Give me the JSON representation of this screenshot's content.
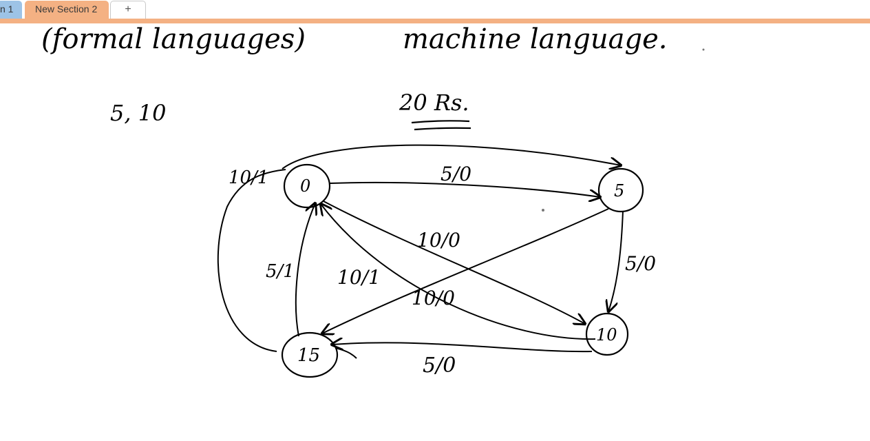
{
  "tabs": [
    {
      "label": "n 1"
    },
    {
      "label": "New Section 2"
    },
    {
      "label": "+"
    }
  ],
  "colors": {
    "tab_section1": "#9dc3e6",
    "tab_section2": "#f4b183",
    "accent_line": "#f4b183",
    "ink": "#000000"
  },
  "notes": {
    "heading_left": "(formal languages)",
    "heading_right": "machine language.",
    "coins": "5, 10",
    "price": "20 Rs.",
    "states": {
      "s0": "0",
      "s5": "5",
      "s10": "10",
      "s15": "15"
    },
    "edges": {
      "e_0_5": "5/0",
      "e_0_5_arc": "10/1",
      "e_5_10": "5/0",
      "e_0_10": "10/0",
      "e_10_0": "10/0",
      "e_15_0_right": "10/1",
      "e_15_0_up": "5/1",
      "e_10_15": "5/0"
    }
  }
}
